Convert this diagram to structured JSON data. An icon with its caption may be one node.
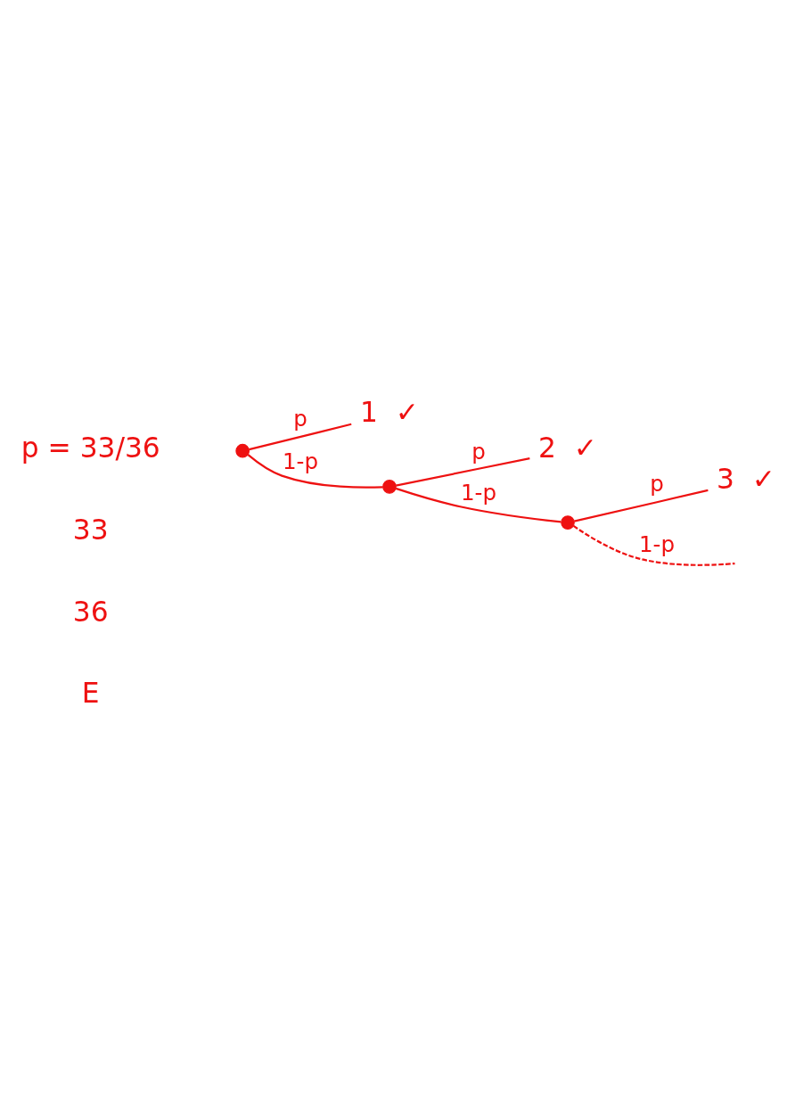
{
  "diagram": {
    "nodes": [
      {
        "text": [],
        "shape": "circle"
      },
      {
        "text": [
          "1"
        ],
        "beside": [
          "✓"
        ]
      },
      {
        "text": [],
        "shape": "circle"
      },
      {
        "text": [
          "2"
        ],
        "beside": [
          "✓"
        ]
      },
      {
        "text": [],
        "shape": "circle"
      },
      {
        "text": [
          "3"
        ],
        "beside": [
          "✓"
        ]
      }
    ],
    "edges": [
      {
        "from": 0,
        "to": 1,
        "arrow": "none",
        "label": "p"
      },
      {
        "from": 0,
        "to": 2,
        "arrow": "none",
        "label": "1-p"
      },
      {
        "from": 2,
        "to": 3,
        "arrow": "none",
        "label": "p"
      },
      {
        "from": 2,
        "to": 4,
        "arrow": "none",
        "label": "1-p"
      },
      {
        "from": 4,
        "to": 5,
        "arrow": "none",
        "label": "p"
      },
      {
        "from": 4,
        "to": null,
        "arrow": "none",
        "label": "1-p",
        "style": "dashed"
      }
    ],
    "labels": [
      "E",
      "36",
      "33",
      "p = 33/36"
    ]
  }
}
